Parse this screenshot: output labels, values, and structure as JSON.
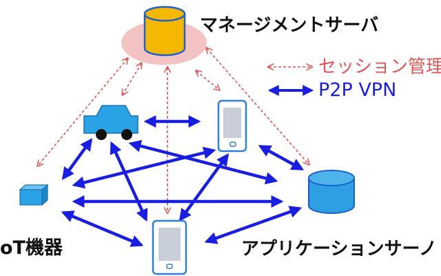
{
  "nodes": {
    "management_server": {
      "label": "マネージメントサーバ"
    },
    "iot_device": {
      "label": "oT機器"
    },
    "app_server": {
      "label": "アプリケーションサーノ"
    }
  },
  "legend": {
    "session": {
      "label": "セッション管理"
    },
    "p2p": {
      "label": "P2P VPN"
    }
  },
  "colors": {
    "session": "#e05555",
    "p2p": "#1a1ee0",
    "server_gold": "#f5b800",
    "server_blue": "#2e9fe0",
    "device_blue": "#29a3e6",
    "halo": "#f3c3c3"
  }
}
